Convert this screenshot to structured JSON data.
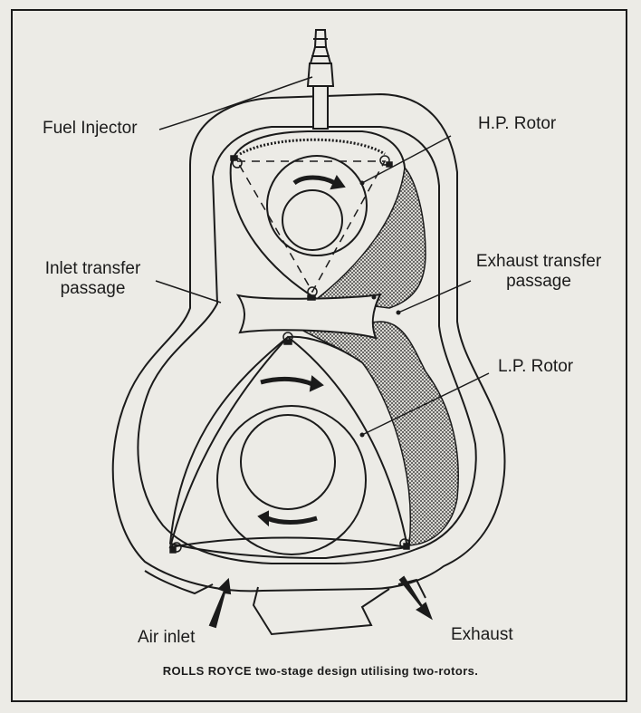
{
  "labels": {
    "fuel_injector": "Fuel Injector",
    "hp_rotor": "H.P. Rotor",
    "inlet_transfer_1": "Inlet transfer",
    "inlet_transfer_2": "passage",
    "exhaust_transfer_1": "Exhaust transfer",
    "exhaust_transfer_2": "passage",
    "lp_rotor": "L.P. Rotor",
    "air_inlet": "Air inlet",
    "exhaust": "Exhaust"
  },
  "caption": "ROLLS ROYCE two-stage design utilising two-rotors."
}
